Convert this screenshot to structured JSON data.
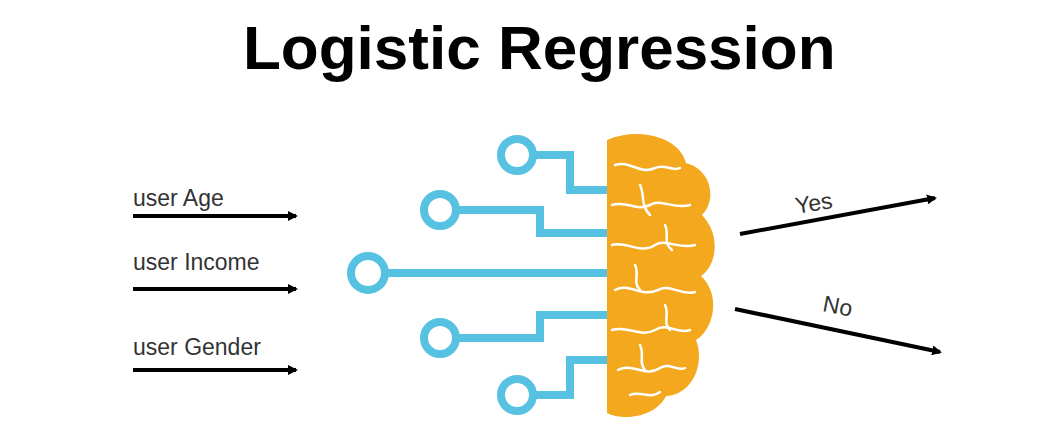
{
  "diagram": {
    "title": "Logistic Regression",
    "labels": [
      "user Age",
      "user Income",
      "user Gender",
      "Yes",
      "No"
    ]
  }
}
